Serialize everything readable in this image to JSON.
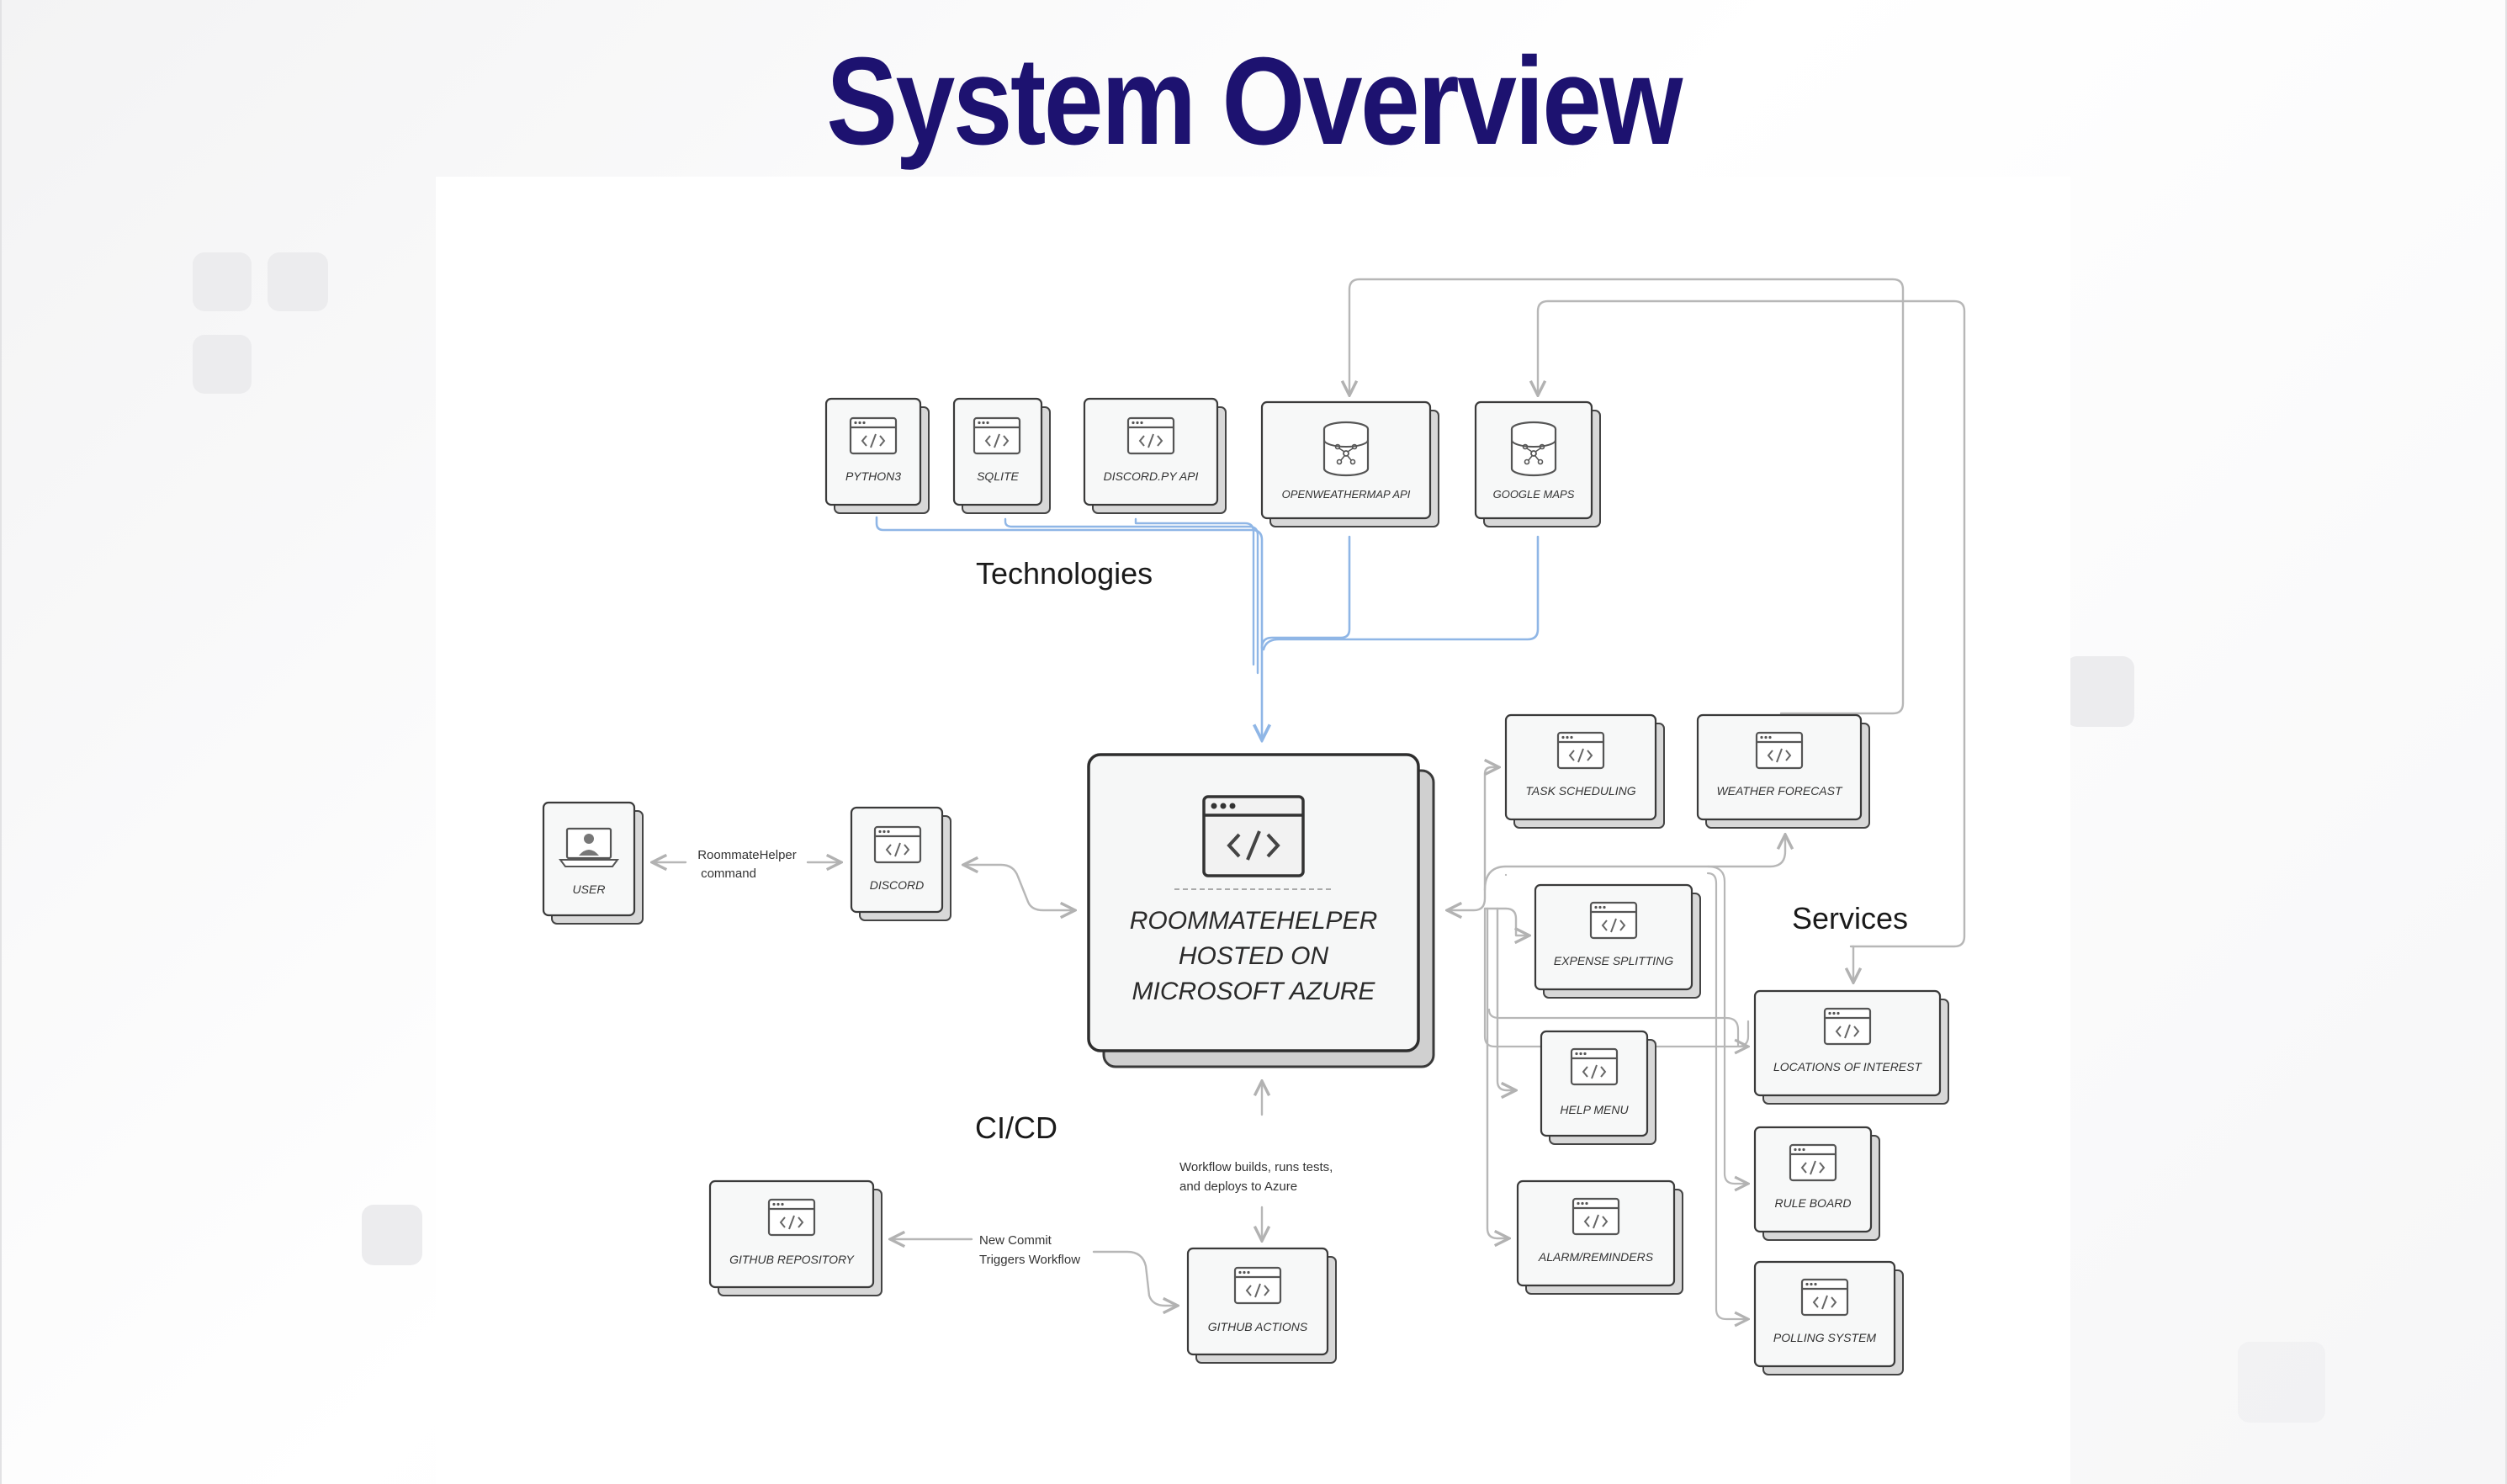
{
  "title": "System Overview",
  "sections": {
    "technologies": "Technologies",
    "services": "Services",
    "cicd": "CI/CD"
  },
  "center": {
    "line1": "ROOMMATEHELPER",
    "line2": "HOSTED ON",
    "line3": "MICROSOFT AZURE"
  },
  "nodes": {
    "python3": "PYTHON3",
    "sqlite": "SQLITE",
    "discordpy": "DISCORD.PY API",
    "openweathermap": "OPENWEATHERMAP API",
    "googlemaps": "GOOGLE MAPS",
    "user": "USER",
    "discord": "DISCORD",
    "task_scheduling": "TASK SCHEDULING",
    "weather_forecast": "WEATHER FORECAST",
    "expense_splitting": "EXPENSE SPLITTING",
    "locations_of_interest": "LOCATIONS OF INTEREST",
    "help_menu": "HELP MENU",
    "rule_board": "RULE BOARD",
    "alarm_reminders": "ALARM/REMINDERS",
    "polling_system": "POLLING SYSTEM",
    "github_repository": "GITHUB REPOSITORY",
    "github_actions": "GITHUB ACTIONS"
  },
  "annotations": {
    "command_1": "RoommateHelper",
    "command_2": "command",
    "workflow_1": "Workflow builds, runs tests,",
    "workflow_2": "and deploys to Azure",
    "commit_1": "New Commit",
    "commit_2": "Triggers Workflow"
  },
  "colors": {
    "title": "#1d1270",
    "tech_connector": "#8fb6e6",
    "connector": "#b7b7b7",
    "box_border": "#3a3a3a"
  },
  "icons": {
    "code_window": "code-window-icon",
    "database": "database-icon",
    "laptop_user": "laptop-user-icon"
  }
}
